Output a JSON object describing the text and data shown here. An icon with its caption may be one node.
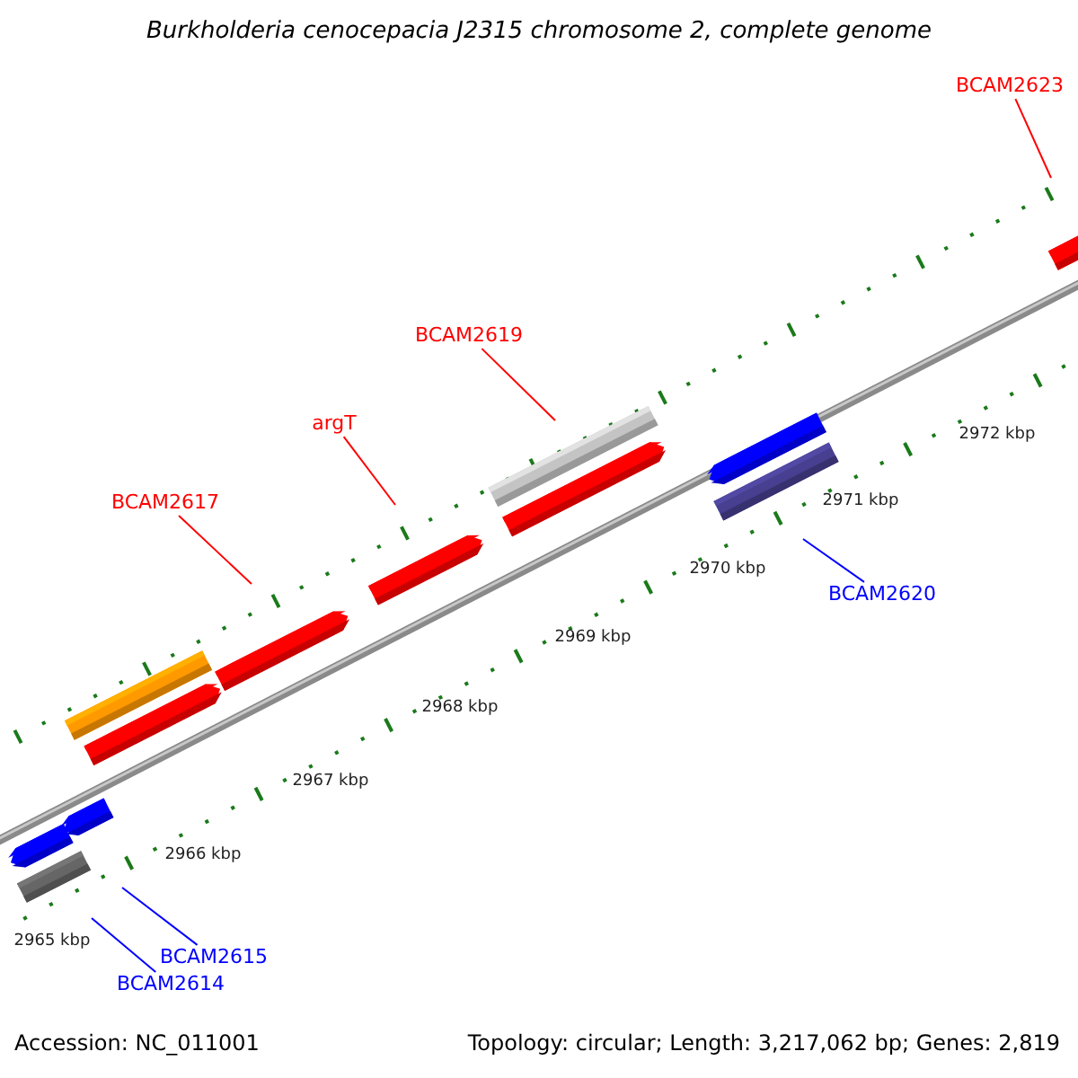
{
  "diagram": {
    "title": "Burkholderia cenocepacia J2315 chromosome 2, complete genome",
    "nodes": [
      {
        "text": [
          "BCAM2623"
        ]
      },
      {
        "text": [
          "BCAM2619"
        ]
      },
      {
        "text": [
          "argT"
        ]
      },
      {
        "text": [
          "BCAM2617"
        ]
      },
      {
        "text": [
          "BCAM2620"
        ]
      },
      {
        "text": [
          "BCAM2615"
        ]
      },
      {
        "text": [
          "BCAM2614"
        ]
      }
    ],
    "edges": [
      {
        "from": 0,
        "to": null,
        "arrow": "none"
      },
      {
        "from": 1,
        "to": null,
        "arrow": "none"
      },
      {
        "from": 2,
        "to": null,
        "arrow": "none"
      },
      {
        "from": 3,
        "to": null,
        "arrow": "none"
      },
      {
        "from": 4,
        "to": null,
        "arrow": "none",
        "color": "#0000ff"
      },
      {
        "from": 5,
        "to": null,
        "arrow": "none",
        "color": "#0000ff"
      },
      {
        "from": 6,
        "to": null,
        "arrow": "none",
        "color": "#0000ff"
      }
    ],
    "labels": [
      "2972 kbp",
      "2971 kbp",
      "2970 kbp",
      "2969 kbp",
      "2968 kbp",
      "2967 kbp",
      "2966 kbp",
      "2965 kbp",
      "Accession: NC_011001",
      "Topology: circular; Length: 3,217,062 bp; Genes: 2,819"
    ]
  }
}
